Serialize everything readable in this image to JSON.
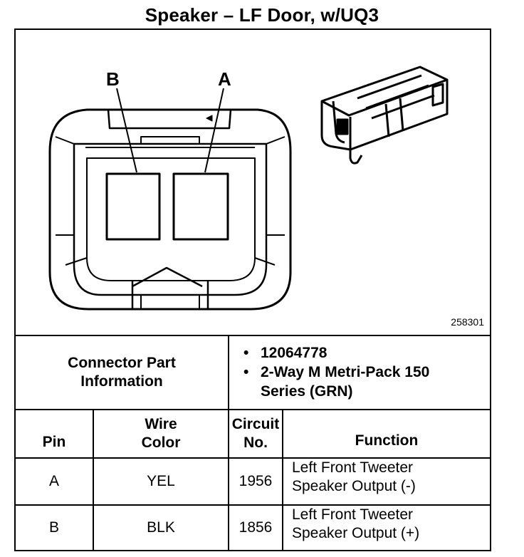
{
  "title": "Speaker – LF Door, w/UQ3",
  "figure_code": "258301",
  "pin_labels": {
    "b": "B",
    "a": "A"
  },
  "connector_info": {
    "label": "Connector Part Information",
    "items": [
      "12064778",
      "2-Way M Metri-Pack 150 Series (GRN)"
    ]
  },
  "table": {
    "headers": {
      "pin": "Pin",
      "wire_color": "Wire Color",
      "circuit": "Circuit No.",
      "function": "Function"
    },
    "rows": [
      {
        "pin": "A",
        "wire_color": "YEL",
        "circuit": "1956",
        "function_1": "Left Front Tweeter",
        "function_2": "Speaker Output (-)"
      },
      {
        "pin": "B",
        "wire_color": "BLK",
        "circuit": "1856",
        "function_1": "Left Front Tweeter",
        "function_2": "Speaker Output (+)"
      }
    ]
  }
}
